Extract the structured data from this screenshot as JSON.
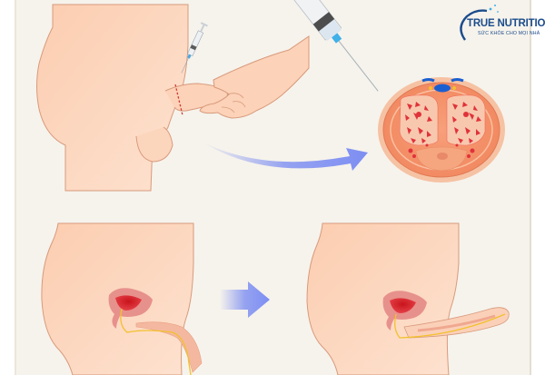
{
  "illustration": {
    "subject": "penile injection procedure and anatomy comparison",
    "top_panel": {
      "figure": "side-view-torso-with-hand-holding-penis",
      "syringe_small": "injection-at-base",
      "syringe_large": "injection-into-cross-section",
      "cross_section": "penis-cross-section",
      "arrow": "curved-arrow-right"
    },
    "bottom_panel": {
      "left_figure": "flaccid-side-view-with-bladder",
      "arrow": "straight-arrow-right",
      "right_figure": "erect-side-view-with-bladder"
    }
  },
  "watermark": {
    "brand": "TRUE NUTRITION",
    "tagline": "SỨC KHỎE CHO MỌI NHÀ"
  },
  "colors": {
    "background": "#f6f3ec",
    "skin": "#fcd9c2",
    "skin_outline": "#d89a7c",
    "arrow": "#7d8ef2",
    "bladder": "#d9262e",
    "urethra": "#f2c12e",
    "brand": "#1b4c8c"
  }
}
